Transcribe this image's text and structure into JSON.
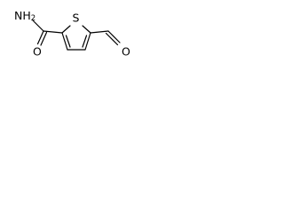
{
  "molecule": {
    "atoms": {
      "amide_nitrogen": "NH",
      "amide_nitrogen_h_count": "2",
      "ring_sulfur": "S",
      "amide_oxygen": "O",
      "aldehyde_oxygen": "O"
    }
  }
}
